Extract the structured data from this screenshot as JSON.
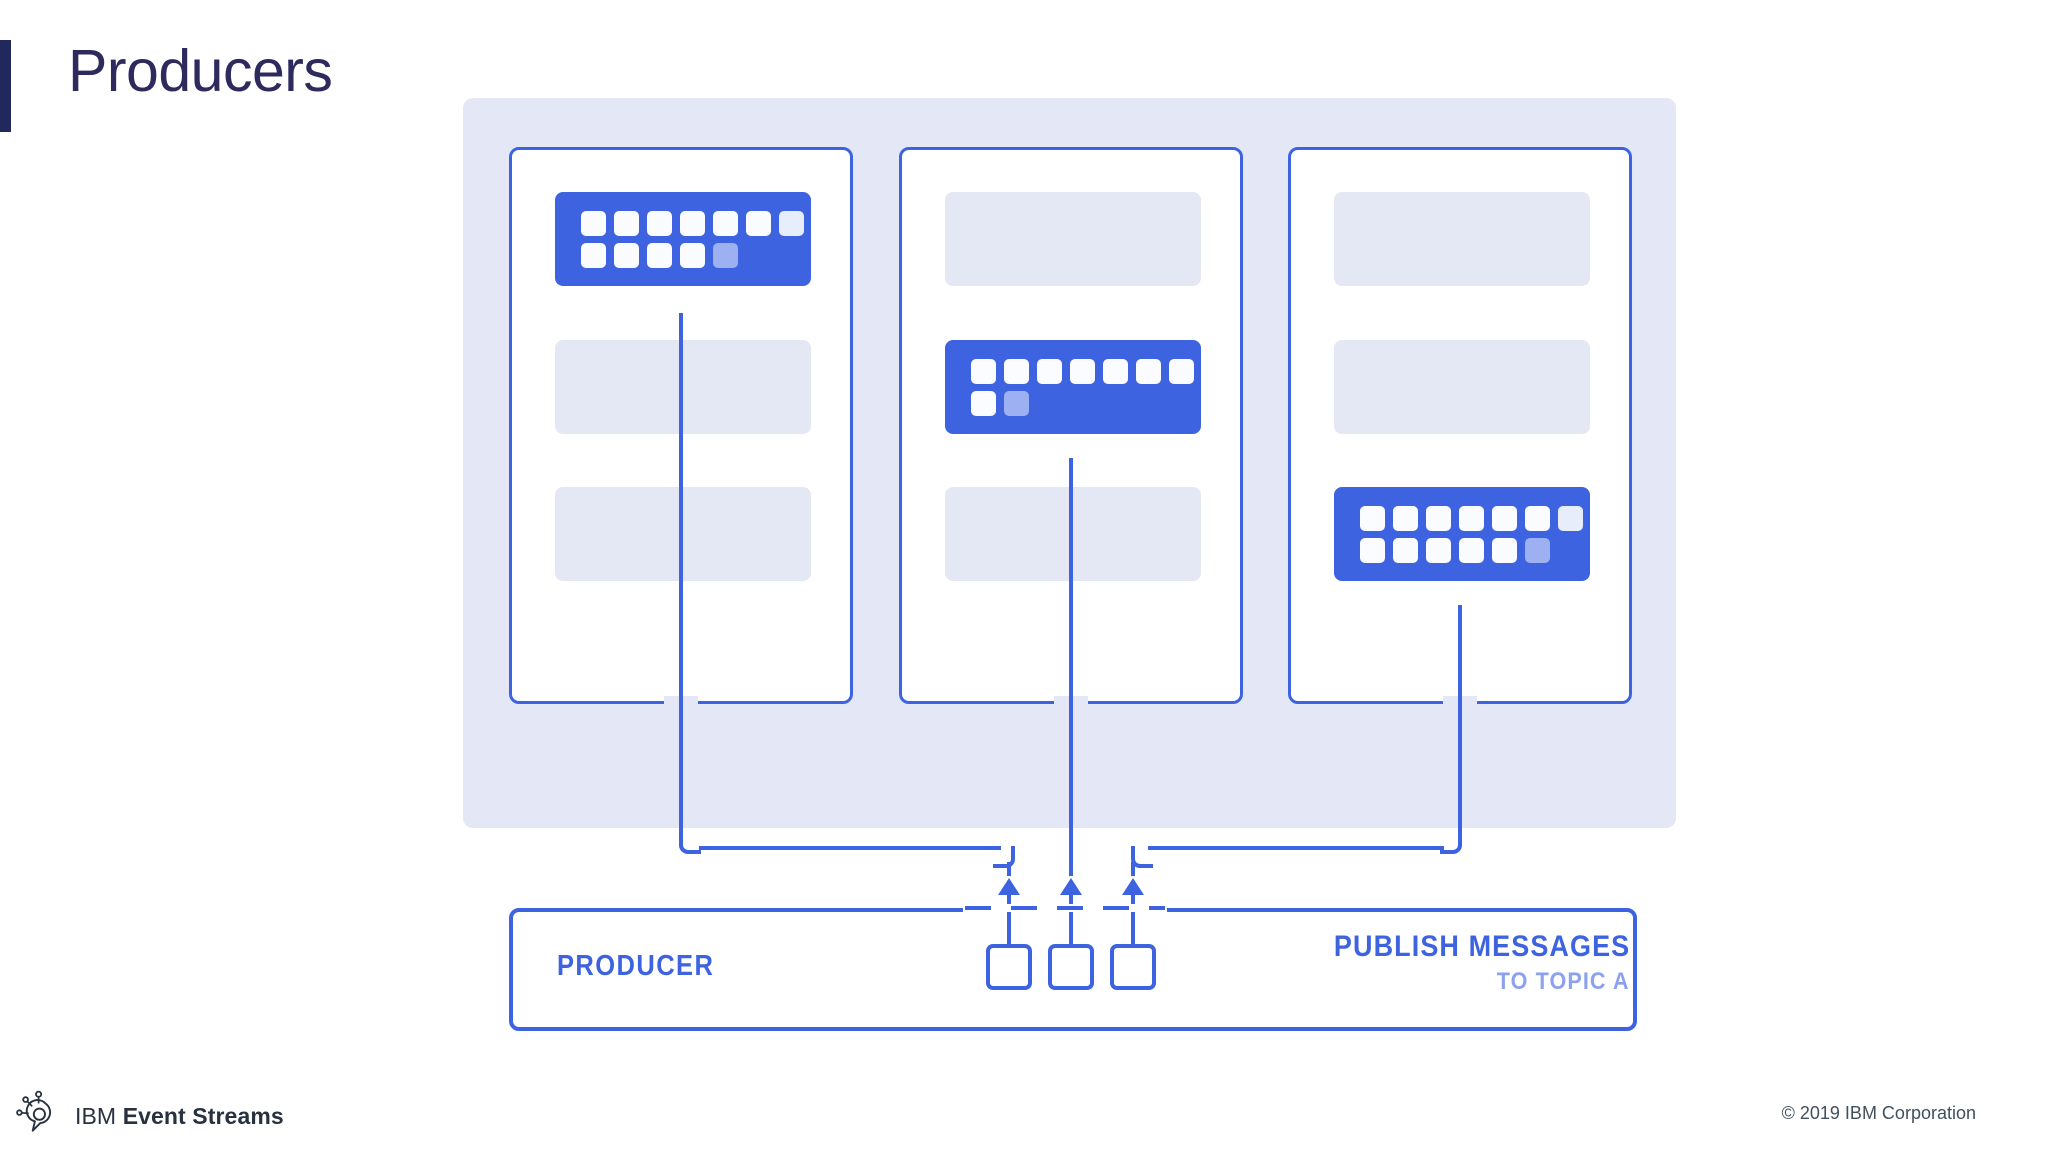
{
  "slide": {
    "title": "Producers",
    "accent_bar_color": "#21295c",
    "title_color": "#2d2b5e"
  },
  "colors": {
    "brand_blue": "#3e63e0",
    "panel_lavender": "#e4e8f6",
    "placeholder_lavender": "#e4e7f4",
    "ghost_cell": "#9db0f2",
    "sub_blue": "#8da2ee"
  },
  "diagram": {
    "type": "kafka-producer-topic-partitions",
    "cluster_panel": {
      "name": "cluster-panel"
    },
    "brokers": [
      {
        "name": "broker-card-1",
        "slots": [
          {
            "kind": "message-block",
            "rows": [
              7,
              5
            ],
            "ghost_index": [
              6,
              4
            ]
          },
          {
            "kind": "placeholder"
          },
          {
            "kind": "placeholder"
          }
        ],
        "block_slot": 1
      },
      {
        "name": "broker-card-2",
        "slots": [
          {
            "kind": "placeholder"
          },
          {
            "kind": "message-block",
            "rows": [
              7,
              2
            ],
            "ghost_index": [
              -1,
              1
            ]
          },
          {
            "kind": "placeholder"
          }
        ],
        "block_slot": 2
      },
      {
        "name": "broker-card-3",
        "slots": [
          {
            "kind": "placeholder"
          },
          {
            "kind": "placeholder"
          },
          {
            "kind": "message-block",
            "rows": [
              7,
              6
            ],
            "ghost_index": [
              -1,
              5
            ]
          }
        ],
        "block_slot": 3
      }
    ],
    "connectors": [
      {
        "name": "connector-broker-1",
        "from": "broker-card-1",
        "to": "arrow-1"
      },
      {
        "name": "connector-broker-2",
        "from": "broker-card-2",
        "to": "arrow-2"
      },
      {
        "name": "connector-broker-3",
        "from": "broker-card-3",
        "to": "arrow-3"
      }
    ],
    "arrows": [
      {
        "name": "arrow-1",
        "direction": "up"
      },
      {
        "name": "arrow-2",
        "direction": "up"
      },
      {
        "name": "arrow-3",
        "direction": "up"
      }
    ]
  },
  "producer_bar": {
    "label": "PRODUCER",
    "publish_headline": "PUBLISH MESSAGES",
    "publish_subline": "TO TOPIC A",
    "message_boxes": 3
  },
  "footer": {
    "brand_prefix": "IBM ",
    "brand_name": "Event Streams",
    "copyright": "© 2019 IBM Corporation",
    "logo_icon": "event-streams-pin-icon"
  }
}
